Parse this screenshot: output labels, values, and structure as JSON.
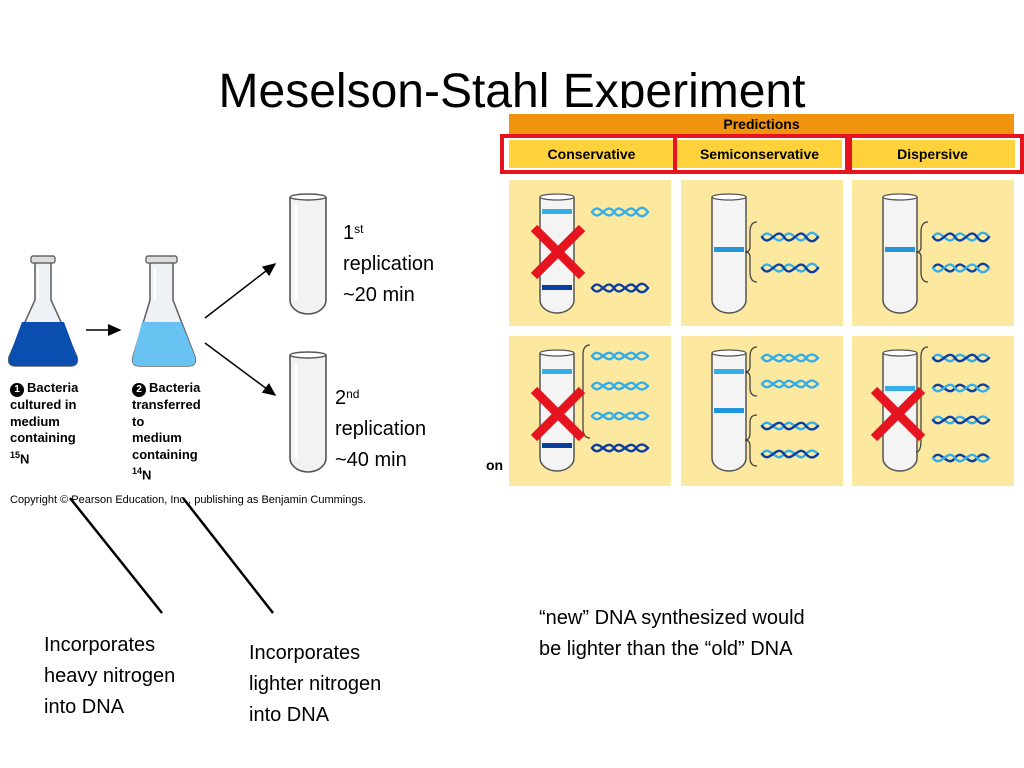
{
  "slide": {
    "title": "Meselson-Stahl Experiment"
  },
  "flask_labels": {
    "step1_number": "1",
    "step1_lines": [
      "Bacteria",
      "cultured in",
      "medium",
      "containing"
    ],
    "step1_isotope_mass": "15",
    "step1_isotope_symbol": "N",
    "step2_number": "2",
    "step2_lines": [
      "Bacteria",
      "transferred",
      "to",
      "medium",
      "containing"
    ],
    "step2_isotope_mass": "14",
    "step2_isotope_symbol": "N"
  },
  "replications": {
    "first_number": "1",
    "first_suffix": "st",
    "first_word": "replication",
    "first_time": "~20 min",
    "second_number": "2",
    "second_suffix": "nd",
    "second_word": "replication",
    "second_time": "~40 min"
  },
  "copyright": "Copyright © Pearson Education, Inc., publishing as Benjamin Cummings.",
  "predictions": {
    "header": "Predictions",
    "models": [
      "Conservative",
      "Semiconservative",
      "Dispersive"
    ],
    "crossed_out": [
      "Conservative (1st)",
      "Conservative (2nd)",
      "Dispersive (2nd)"
    ],
    "fragment_text": "on"
  },
  "annotations": {
    "heavy": [
      "Incorporates",
      "heavy nitrogen",
      "into DNA"
    ],
    "light": [
      "Incorporates",
      "lighter nitrogen",
      "into DNA"
    ],
    "note": [
      "“new” DNA synthesized would",
      "be lighter than the “old” DNA"
    ]
  },
  "colors": {
    "heavy_medium": "#0a4fb0",
    "light_medium": "#69c3f2",
    "panel_bg": "#fde8a0",
    "header_orange": "#f0930f",
    "model_yellow": "#ffd23c",
    "highlight_red": "#e6141e",
    "heavy_band": "#0a3fa0",
    "light_band": "#35aee8"
  }
}
